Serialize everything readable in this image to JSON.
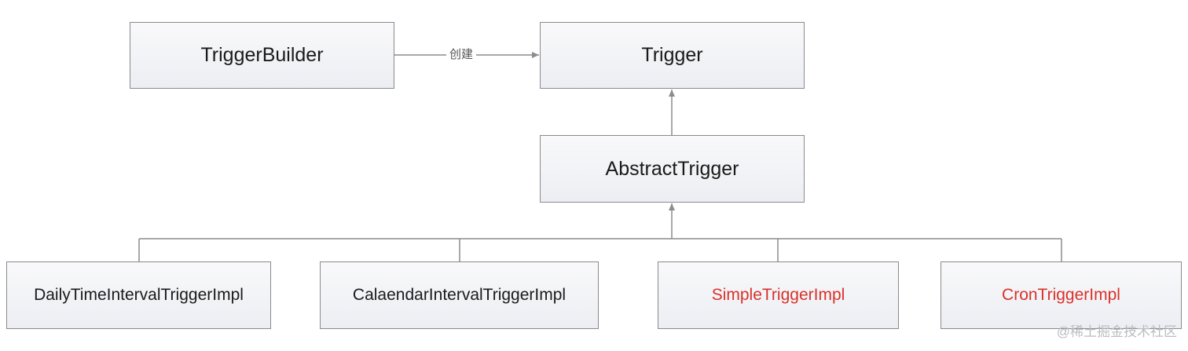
{
  "nodes": {
    "trigger_builder": "TriggerBuilder",
    "trigger": "Trigger",
    "abstract_trigger": "AbstractTrigger",
    "daily_time_interval": "DailyTimeIntervalTriggerImpl",
    "calendar_interval": "CalaendarIntervalTriggerImpl",
    "simple_trigger": "SimpleTriggerImpl",
    "cron_trigger": "CronTriggerImpl"
  },
  "edges": {
    "builder_to_trigger_label": "创建"
  },
  "colors": {
    "highlight_text": "#d8322a",
    "normal_text": "#1a1a1a",
    "line": "#8c8c8c"
  },
  "watermark": "@稀土掘金技术社区"
}
